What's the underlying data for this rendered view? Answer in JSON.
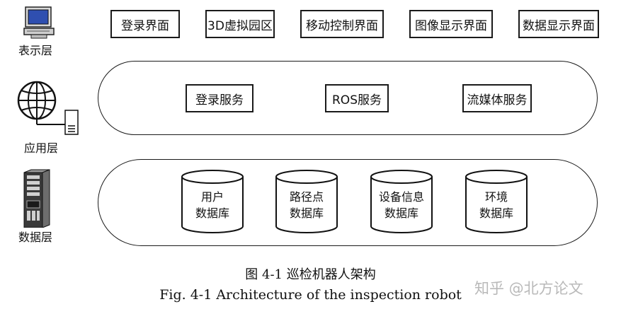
{
  "layers": {
    "presentation": {
      "label": "表示层",
      "icon": "computer-icon",
      "items": [
        "登录界面",
        "3D虚拟园区",
        "移动控制界面",
        "图像显示界面",
        "数据显示界面"
      ]
    },
    "application": {
      "label": "应用层",
      "icon": "globe-server-icon",
      "items": [
        "登录服务",
        "ROS服务",
        "流媒体服务"
      ]
    },
    "data": {
      "label": "数据层",
      "icon": "server-tower-icon",
      "databases": [
        {
          "line1": "用户",
          "line2": "数据库"
        },
        {
          "line1": "路径点",
          "line2": "数据库"
        },
        {
          "line1": "设备信息",
          "line2": "数据库"
        },
        {
          "line1": "环境",
          "line2": "数据库"
        }
      ]
    }
  },
  "caption": {
    "zh": "图 4-1  巡检机器人架构",
    "en": "Fig. 4-1 Architecture of the inspection robot"
  },
  "watermark": "知乎 @北方论文"
}
